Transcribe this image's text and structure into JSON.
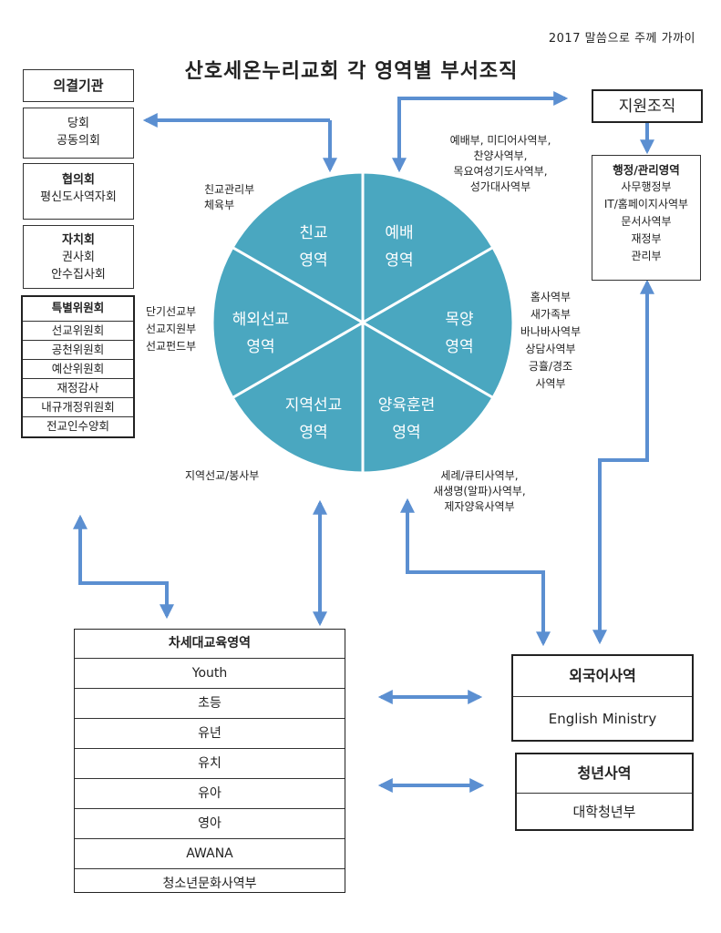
{
  "header_tag": "2017 말씀으로 주께 가까이",
  "title": "산호세온누리교회 각 영역별 부서조직",
  "left": {
    "decision_header": "의결기관",
    "decision_items": [
      "당회",
      "공동의회"
    ],
    "council_header": "협의회",
    "council_items": [
      "평신도사역자회"
    ],
    "selfgov_header": "자치회",
    "selfgov_items": [
      "권사회",
      "안수집사회"
    ],
    "special_header": "특별위원회",
    "special_items": [
      "선교위원회",
      "공천위원회",
      "예산위원회",
      "재정감사",
      "내규개정위원회",
      "전교인수양회"
    ]
  },
  "pie": {
    "color": "#4aa7c0",
    "segments": [
      {
        "line1": "예배",
        "line2": "영역"
      },
      {
        "line1": "목양",
        "line2": "영역"
      },
      {
        "line1": "양육훈련",
        "line2": "영역"
      },
      {
        "line1": "지역선교",
        "line2": "영역"
      },
      {
        "line1": "해외선교",
        "line2": "영역"
      },
      {
        "line1": "친교",
        "line2": "영역"
      }
    ]
  },
  "dept_labels": {
    "fellowship": [
      "친교관리부",
      "체육부"
    ],
    "worship": [
      "예배부, 미디어사역부,",
      "찬양사역부,",
      "목요여성기도사역부,",
      "성가대사역부"
    ],
    "overseas": [
      "단기선교부",
      "선교지원부",
      "선교펀드부"
    ],
    "pastoral": [
      "홈사역부",
      "새가족부",
      "바나바사역부",
      "상담사역부",
      "긍휼/경조",
      "사역부"
    ],
    "local": [
      "지역선교/봉사부"
    ],
    "nurture": [
      "세례/큐티사역부,",
      "새생명(알파)사역부,",
      "제자양육사역부"
    ]
  },
  "support": {
    "header": "지원조직",
    "admin_header": "행정/관리영역",
    "admin_items": [
      "사무행정부",
      "IT/홈페이지사역부",
      "문서사역부",
      "재정부",
      "관리부"
    ]
  },
  "next_gen": {
    "header": "차세대교육영역",
    "items": [
      "Youth",
      "초등",
      "유년",
      "유치",
      "유아",
      "영아",
      "AWANA",
      "청소년문화사역부"
    ]
  },
  "foreign": {
    "header": "외국어사역",
    "item": "English Ministry"
  },
  "youth_adult": {
    "header": "청년사역",
    "item": "대학청년부"
  },
  "colors": {
    "arrow": "#5b8fd1",
    "pie": "#4aa7c0",
    "border": "#333333"
  }
}
